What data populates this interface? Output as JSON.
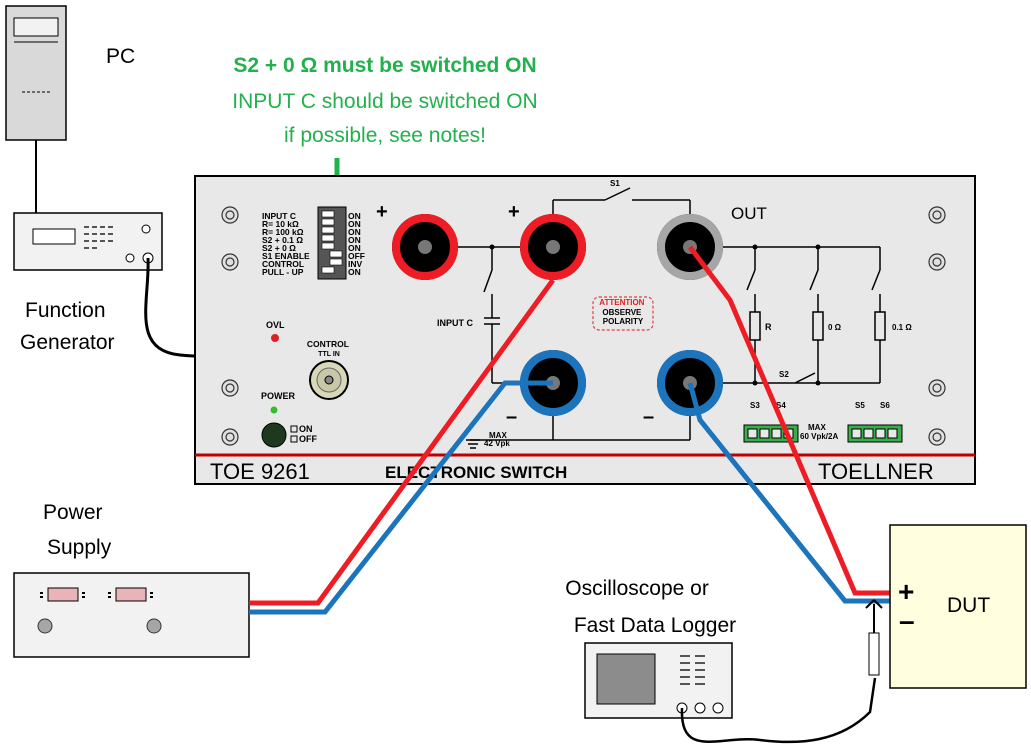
{
  "devices": {
    "pc": "PC",
    "function_generator": [
      "Function",
      "Generator"
    ],
    "power_supply": [
      "Power",
      "Supply"
    ],
    "oscilloscope": [
      "Oscilloscope or",
      "Fast Data Logger"
    ],
    "dut": "DUT"
  },
  "notes": {
    "line1": "S2 + 0 Ω must be switched ON",
    "line2": "INPUT C should be switched ON",
    "line3": "if possible, see notes!"
  },
  "panel": {
    "model": "TOE 9261",
    "name": "ELECTRONIC  SWITCH",
    "brand": "TOELLNER",
    "out": "OUT",
    "s1": "S1",
    "s2": "S2",
    "input_c": "INPUT C",
    "plus": "+",
    "minus": "–",
    "attention": [
      "ATTENTION",
      "OBSERVE",
      "POLARITY"
    ],
    "resistors": [
      "R",
      "0 Ω",
      "0.1 Ω"
    ],
    "connectors": [
      "S3",
      "S4",
      "S5",
      "S6"
    ],
    "max_left": [
      "MAX",
      "42 Vpk"
    ],
    "max_right": [
      "MAX",
      "60 Vpk/2A"
    ],
    "ovl": "OVL",
    "control": [
      "CONTROL",
      "TTL IN"
    ],
    "power": "POWER",
    "on": "ON",
    "off": "OFF"
  },
  "dip_switches": {
    "labels": [
      "INPUT C",
      "R=  10 kΩ",
      "R= 100 kΩ",
      "S2 + 0.1 Ω",
      "S2 + 0    Ω",
      "S1 ENABLE",
      "CONTROL",
      "PULL - UP"
    ],
    "states": [
      "ON",
      "ON",
      "ON",
      "ON",
      "ON",
      "OFF",
      "INV",
      "ON"
    ]
  },
  "dut_polarity": {
    "plus": "+",
    "minus": "–"
  },
  "colors": {
    "red": "#ee1c24",
    "blue": "#1c75bc",
    "green": "#22b14c",
    "panel": "#e8e8e8",
    "terminal_green": "#3aae4a"
  }
}
